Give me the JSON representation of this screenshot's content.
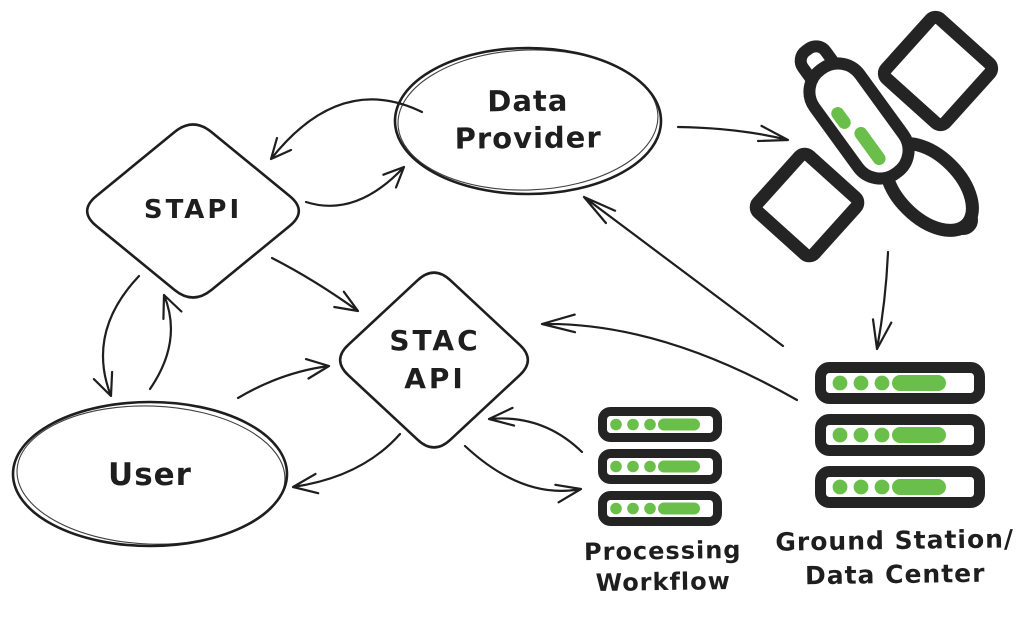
{
  "diagram_type": "hand-drawn-flow-diagram",
  "nodes": {
    "data_provider": {
      "label": "Data\nProvider",
      "shape": "ellipse"
    },
    "stapi": {
      "label": "STAPI",
      "shape": "diamond"
    },
    "stac_api": {
      "label": "STAC\nAPI",
      "shape": "diamond"
    },
    "user": {
      "label": "User",
      "shape": "ellipse"
    },
    "satellite": {
      "label": "",
      "shape": "icon",
      "icon": "satellite-icon"
    },
    "processing_workflow": {
      "label": "Processing\nWorkflow",
      "shape": "icon",
      "icon": "server-stack-icon"
    },
    "ground_station": {
      "label": "Ground Station/\nData Center",
      "shape": "icon",
      "icon": "server-stack-icon"
    }
  },
  "edges": [
    {
      "from": "data_provider",
      "to": "stapi"
    },
    {
      "from": "stapi",
      "to": "data_provider"
    },
    {
      "from": "stapi",
      "to": "stac_api"
    },
    {
      "from": "stapi",
      "to": "user"
    },
    {
      "from": "user",
      "to": "stapi"
    },
    {
      "from": "user",
      "to": "stac_api"
    },
    {
      "from": "stac_api",
      "to": "user"
    },
    {
      "from": "data_provider",
      "to": "satellite"
    },
    {
      "from": "satellite",
      "to": "ground_station"
    },
    {
      "from": "ground_station",
      "to": "data_provider"
    },
    {
      "from": "ground_station",
      "to": "stac_api"
    },
    {
      "from": "processing_workflow",
      "to": "stac_api"
    },
    {
      "from": "stac_api",
      "to": "processing_workflow"
    }
  ],
  "colors": {
    "line_stroke": "#1e1e1e",
    "icon_stroke": "#242424",
    "accent_green": "#6abf4b",
    "background": "#ffffff"
  }
}
